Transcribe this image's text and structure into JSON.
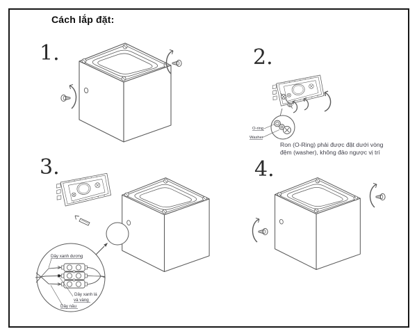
{
  "title": "Cách lắp đặt:",
  "steps": {
    "step1": {
      "number": "1."
    },
    "step2": {
      "number": "2.",
      "part_labels": {
        "o_ring": "O-ring",
        "washer": "Washer"
      },
      "caption": [
        "Ron (O-Ring) phải được đặt dưới vòng",
        "đệm (washer), không đảo ngược vị trí"
      ]
    },
    "step3": {
      "number": "3.",
      "wire_labels": {
        "blue": "Dây xanh dương",
        "green_yellow_line1": "Dây xanh lá",
        "green_yellow_line2": "và vàng",
        "brown": "Dây nâu"
      }
    },
    "step4": {
      "number": "4."
    }
  },
  "colors": {
    "background": "#ffffff",
    "border": "#161616",
    "line_art": "#5a5a5a",
    "caption_text": "#3c3c46",
    "title_text": "#0e0e0e"
  }
}
